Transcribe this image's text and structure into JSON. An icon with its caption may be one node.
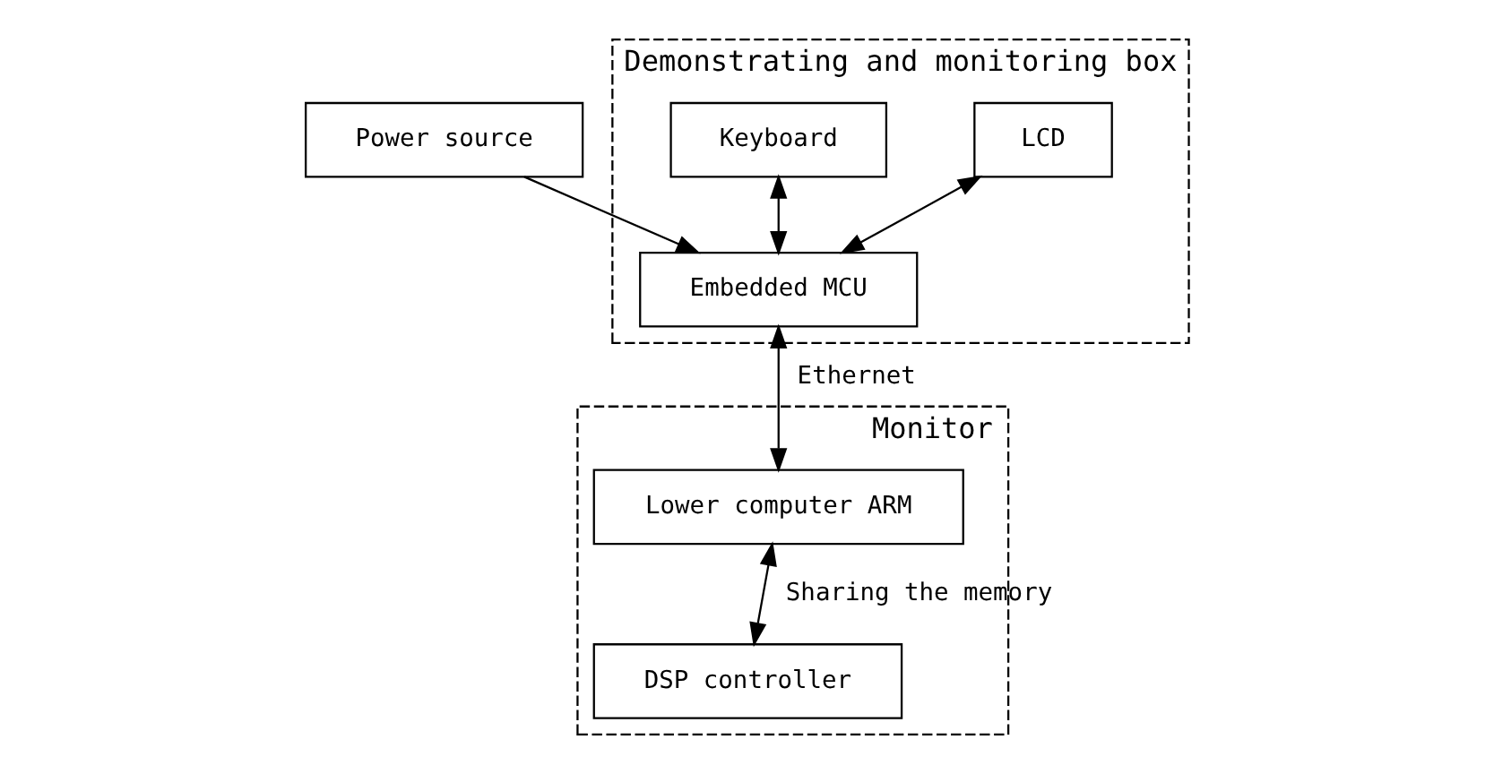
{
  "diagram": {
    "nodes": [
      {
        "text": [
          "Demonstrating and monitoring box"
        ]
      },
      {
        "text": [
          "LCD"
        ],
        "in": 0
      },
      {
        "text": [
          "Keyboard"
        ],
        "in": 0
      },
      {
        "text": [
          "Embedded MCU"
        ],
        "in": 0
      },
      {
        "text": [
          "Power source"
        ]
      },
      {
        "text": [
          "Monitor"
        ]
      },
      {
        "text": [
          "Lower computer ARM"
        ],
        "in": 5
      },
      {
        "text": [
          "DSP controller"
        ],
        "in": 5
      }
    ],
    "edges": [
      {
        "from": 1,
        "to": 3,
        "arrow": "both"
      },
      {
        "from": 2,
        "to": 3,
        "arrow": "both"
      },
      {
        "from": 4,
        "to": 3,
        "arrow": "to"
      },
      {
        "from": 3,
        "to": 6,
        "arrow": "both",
        "label": "Ethernet"
      },
      {
        "from": 6,
        "to": 7,
        "arrow": "both",
        "label": "Sharing the memory"
      }
    ]
  }
}
